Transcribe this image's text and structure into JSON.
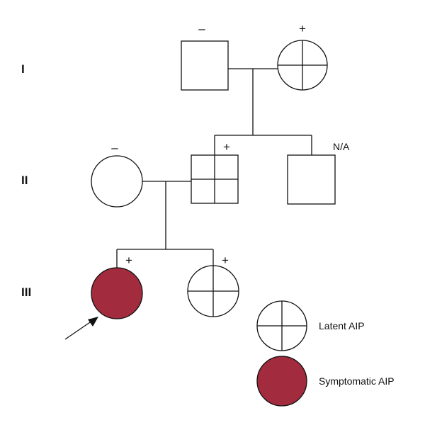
{
  "generations": {
    "gen1": "I",
    "gen2": "II",
    "gen3": "III"
  },
  "individuals": {
    "i1_father": {
      "status_mark": "–",
      "shape": "square",
      "fill": "none"
    },
    "i2_mother": {
      "status_mark": "+",
      "shape": "circle",
      "fill": "latent"
    },
    "ii1_wife": {
      "status_mark": "–",
      "shape": "circle",
      "fill": "none"
    },
    "ii2_son": {
      "status_mark": "+",
      "shape": "square",
      "fill": "latent"
    },
    "ii3_son": {
      "status_mark": "N/A",
      "shape": "square",
      "fill": "none"
    },
    "iii1_proband": {
      "status_mark": "+",
      "shape": "circle",
      "fill": "symptomatic",
      "proband": true
    },
    "iii2_daughter": {
      "status_mark": "+",
      "shape": "circle",
      "fill": "latent"
    }
  },
  "legend": {
    "latent_label": "Latent AIP",
    "symptomatic_label": "Symptomatic AIP"
  },
  "colors": {
    "symptomatic": "#a22b3d",
    "line": "#111111",
    "background": "#ffffff"
  }
}
